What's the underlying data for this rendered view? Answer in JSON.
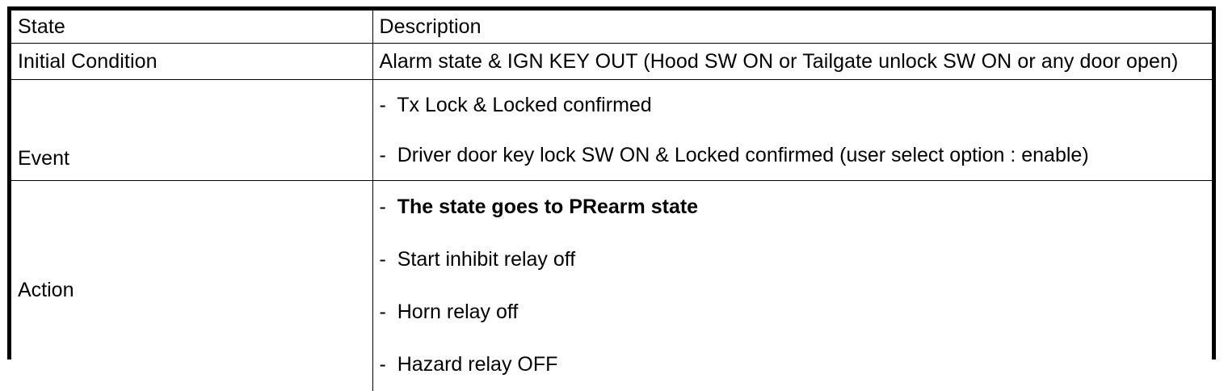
{
  "table": {
    "columns": [
      {
        "key": "state",
        "header": "State"
      },
      {
        "key": "description",
        "header": "Description"
      }
    ],
    "rows": [
      {
        "label": "Initial Condition",
        "type": "single",
        "text": "Alarm state & IGN KEY OUT (Hood SW ON or Tailgate unlock SW ON or any door open)"
      },
      {
        "label": "Event",
        "type": "list",
        "items": [
          {
            "mark": "-",
            "text": "Tx Lock & Locked confirmed"
          },
          {
            "mark": "-",
            "text": "Driver door key lock SW ON & Locked confirmed (user select option : enable)"
          }
        ]
      },
      {
        "label": "Action",
        "type": "list",
        "items": [
          {
            "mark": "-",
            "text": "The state goes to PRearm state"
          },
          {
            "mark": "-",
            "text": "Start inhibit relay off"
          },
          {
            "mark": "-",
            "text": "Horn relay off"
          },
          {
            "mark": "-",
            "text": "Hazard relay OFF"
          }
        ]
      }
    ]
  },
  "style": {
    "border_color": "#000000",
    "text_color": "#000000",
    "background": "#ffffff"
  }
}
